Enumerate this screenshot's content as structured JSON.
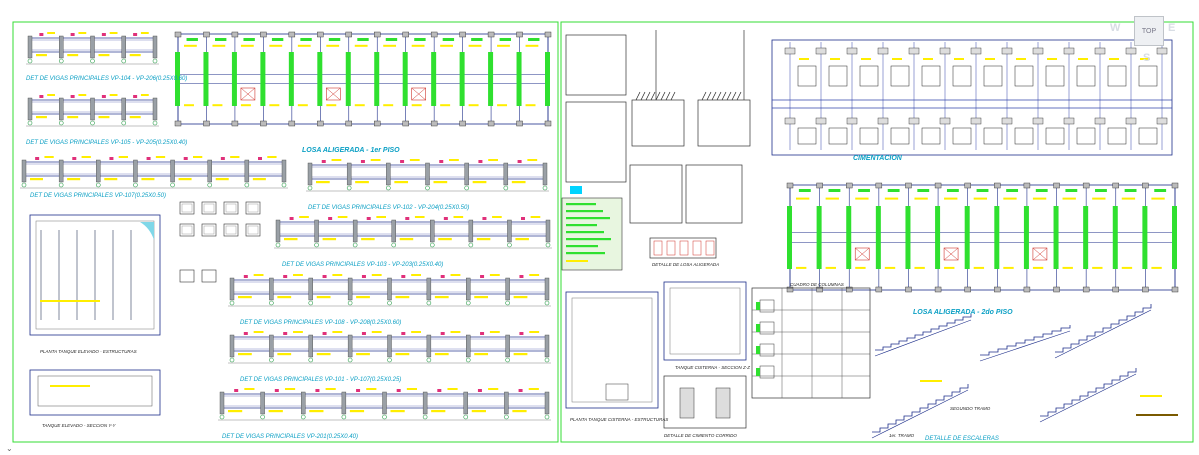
{
  "viewcube": {
    "label": "TOP",
    "w": "W",
    "e": "E",
    "s": "S"
  },
  "captions": {
    "vp1": "DET DE VIGAS PRINCIPALES VP-104 - VP-206(0.25X0.60)",
    "vp2": "DET DE VIGAS PRINCIPALES VP-105 - VP-205(0.25X0.40)",
    "vp3": "DET DE VIGAS PRINCIPALES VP-107(0.25X0.50)",
    "losa1": "LOSA ALIGERADA - 1er PISO",
    "vp4": "DET DE VIGAS PRINCIPALES VP-102 - VP-204(0.25X0.50)",
    "vp5": "DET DE VIGAS PRINCIPALES VP-103 - VP-203(0.25X0.40)",
    "vp6": "DET DE VIGAS PRINCIPALES VP-108 - VP-208(0.25X0.60)",
    "vp7": "DET DE VIGAS PRINCIPALES VP-101 - VP-107(0.25X0.25)",
    "vp8": "DET DE VIGAS PRINCIPALES VP-201(0.25X0.40)",
    "tanque_planta": "PLANTA TANQUE ELEVADO - ESTRUCTURAS",
    "tanque_seccion": "TANQUE ELEVADO - SECCION Y-Y",
    "detalle_losa": "DETALLE DE LOSA ALIGERADA",
    "cisterna_planta": "PLANTA TANQUE CISTERNA - ESTRUCTURAS",
    "cisterna_seccion": "TANQUE CISTERNA - SECCION Z-Z",
    "detalle_cimiento": "DETALLE DE CIMIENTO CORRIDO",
    "cimentacion": "CIMENTACION",
    "cuadro_columnas": "CUADRO DE COLUMNAS",
    "losa2": "LOSA ALIGERADA - 2do PISO",
    "detalle_escaleras": "DETALLE DE ESCALERAS",
    "primer_tramo": "1er. TRAMO",
    "segundo_tramo": "SEGUNDO TRAMO"
  },
  "colors": {
    "frame": "#33dd33",
    "beam": "#2fe02f",
    "line": "#1d2e8a",
    "label": "#ffee00",
    "caption": "#0a9fc4",
    "hatch": "#d0342c",
    "grid": "#9a9a9a"
  }
}
